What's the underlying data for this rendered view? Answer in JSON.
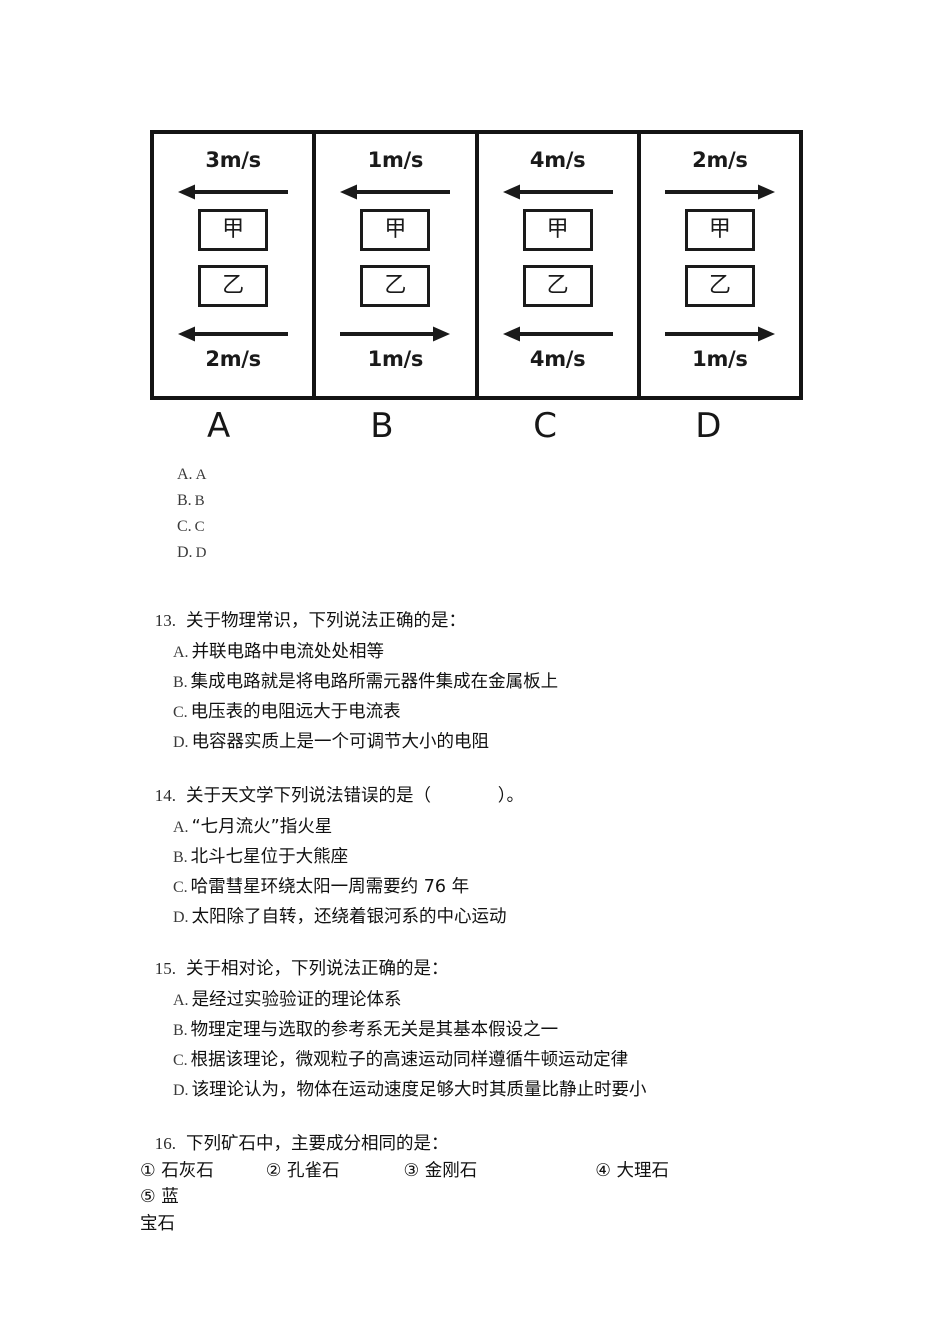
{
  "figure": {
    "panels": [
      {
        "label": "A",
        "top_speed": "3m/s",
        "top_dir": "left",
        "block_top": "甲",
        "block_bottom": "乙",
        "bottom_speed": "2m/s",
        "bottom_dir": "left"
      },
      {
        "label": "B",
        "top_speed": "1m/s",
        "top_dir": "left",
        "block_top": "甲",
        "block_bottom": "乙",
        "bottom_speed": "1m/s",
        "bottom_dir": "right"
      },
      {
        "label": "C",
        "top_speed": "4m/s",
        "top_dir": "left",
        "block_top": "甲",
        "block_bottom": "乙",
        "bottom_speed": "4m/s",
        "bottom_dir": "left"
      },
      {
        "label": "D",
        "top_speed": "2m/s",
        "top_dir": "right",
        "block_top": "甲",
        "block_bottom": "乙",
        "bottom_speed": "1m/s",
        "bottom_dir": "right"
      }
    ]
  },
  "figure_answers": [
    {
      "letter": "A.",
      "text": "A"
    },
    {
      "letter": "B.",
      "text": "B"
    },
    {
      "letter": "C.",
      "text": "C"
    },
    {
      "letter": "D.",
      "text": "D"
    }
  ],
  "questions": [
    {
      "number": "13.",
      "stem": "关于物理常识，下列说法正确的是：",
      "options": [
        {
          "letter": "A.",
          "text": "并联电路中电流处处相等"
        },
        {
          "letter": "B.",
          "text": "集成电路就是将电路所需元器件集成在金属板上"
        },
        {
          "letter": "C.",
          "text": "电压表的电阻远大于电流表"
        },
        {
          "letter": "D.",
          "text": "电容器实质上是一个可调节大小的电阻"
        }
      ]
    },
    {
      "number": "14.",
      "stem": "关于天文学下列说法错误的是（            ）。",
      "options": [
        {
          "letter": "A.",
          "text": "“七月流火”指火星"
        },
        {
          "letter": "B.",
          "text": "北斗七星位于大熊座"
        },
        {
          "letter": "C.",
          "text": "哈雷彗星环绕太阳一周需要约 76 年"
        },
        {
          "letter": "D.",
          "text": "太阳除了自转，还绕着银河系的中心运动"
        }
      ]
    },
    {
      "number": "15.",
      "stem": "关于相对论，下列说法正确的是：",
      "options": [
        {
          "letter": "A.",
          "text": "是经过实验验证的理论体系"
        },
        {
          "letter": "B.",
          "text": "物理定理与选取的参考系无关是其基本假设之一"
        },
        {
          "letter": "C.",
          "text": "根据该理论，微观粒子的高速运动同样遵循牛顿运动定律"
        },
        {
          "letter": "D.",
          "text": "该理论认为，物体在运动速度足够大时其质量比静止时要小"
        }
      ]
    }
  ],
  "question16": {
    "number": "16.",
    "stem": "下列矿石中，主要成分相同的是：",
    "minerals": [
      "① 石灰石",
      "② 孔雀石",
      "③ 金刚石",
      "④ 大理石",
      "⑤ 蓝"
    ],
    "wrapped_tail": "宝石"
  }
}
